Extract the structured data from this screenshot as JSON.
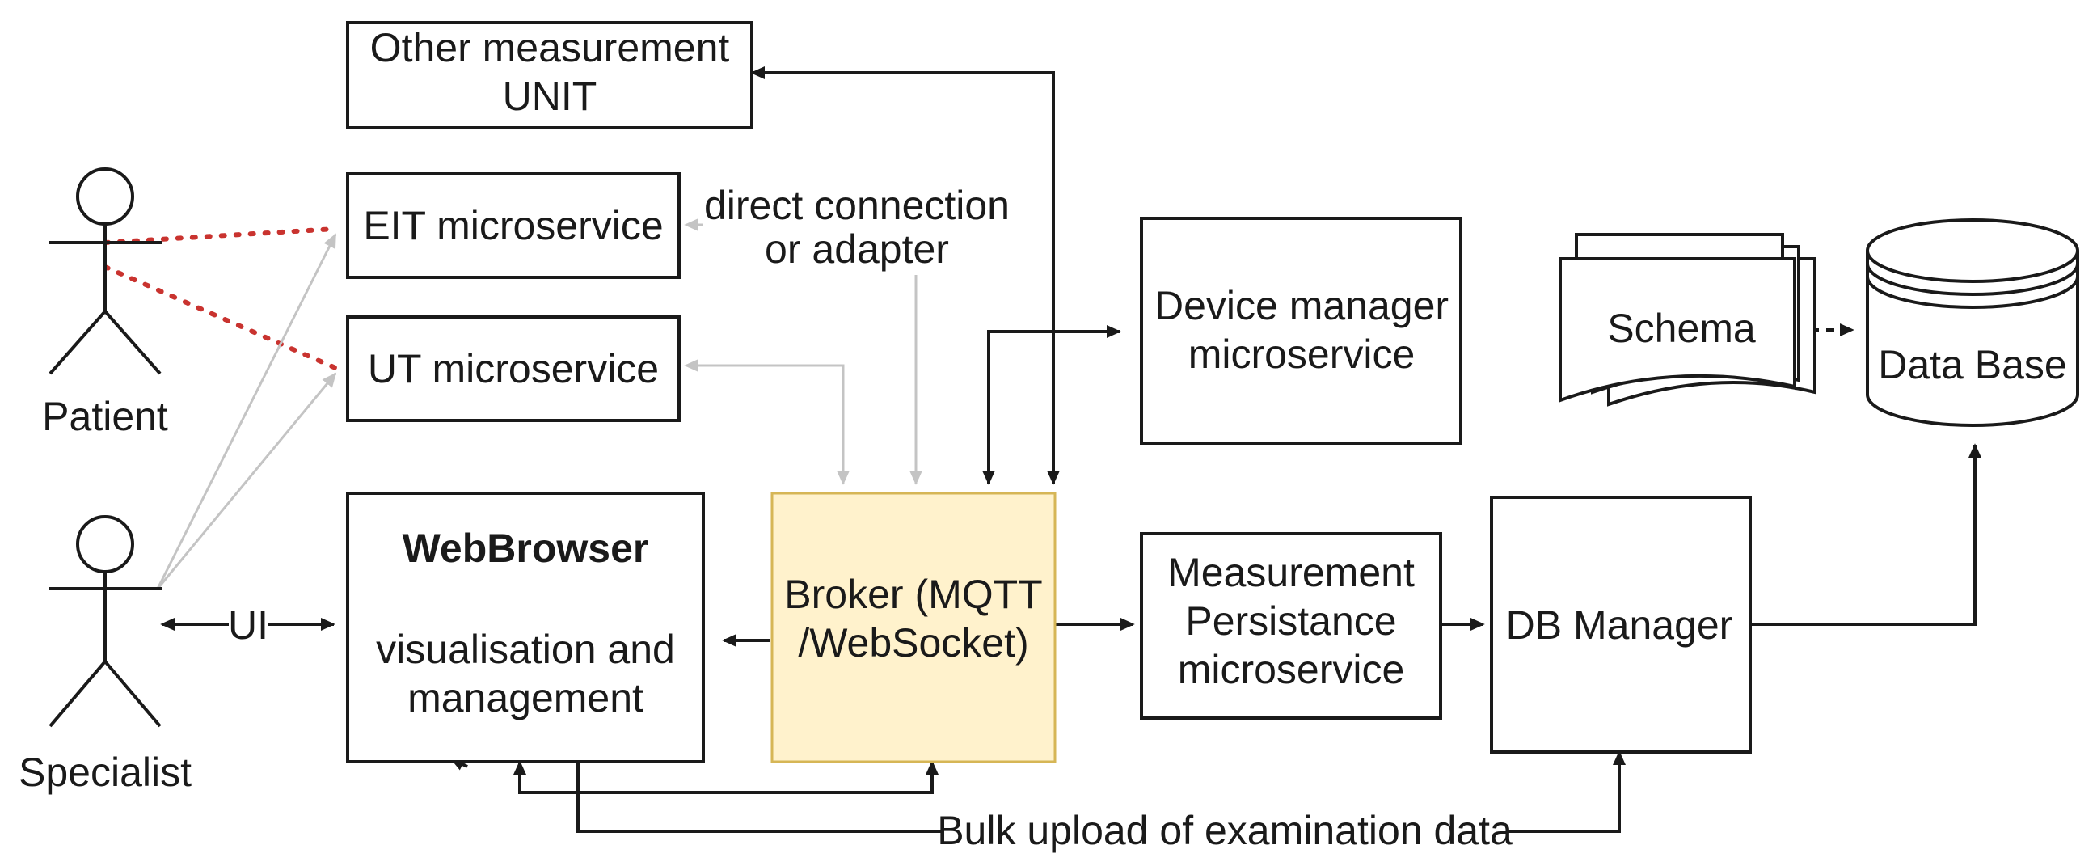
{
  "actors": {
    "patient": "Patient",
    "specialist": "Specialist"
  },
  "nodes": {
    "other_unit": [
      "Other measurement",
      "UNIT"
    ],
    "eit": "EIT microservice",
    "ut": "UT microservice",
    "device_manager": [
      "Device manager",
      "microservice"
    ],
    "schema": "Schema",
    "database": "Data Base",
    "webbrowser_title": "WebBrowser",
    "webbrowser_body": [
      "visualisation and",
      "management"
    ],
    "broker": [
      "Broker (MQTT",
      "/WebSocket)"
    ],
    "persistence": [
      "Measurement",
      "Persistance",
      "microservice"
    ],
    "db_manager": "DB Manager"
  },
  "edge_labels": {
    "direct": [
      "direct connection",
      "or adapter"
    ],
    "ui": "UI",
    "bulk": "Bulk upload of examination data"
  },
  "colors": {
    "broker_fill": "#fff2cc",
    "broker_stroke": "#d6b656",
    "dotted_link": "#c9332f",
    "gray_link": "#c4c4c4"
  }
}
